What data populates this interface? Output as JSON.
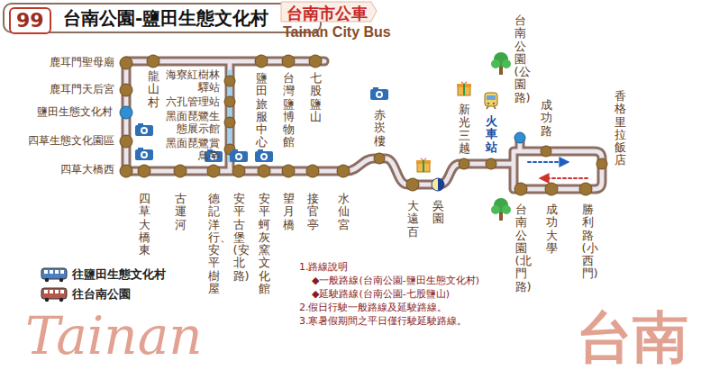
{
  "diagram": {
    "title": "台南公園-鹽田生態文化村",
    "nodes": [
      {
        "text": [
          "99"
        ]
      }
    ],
    "labels": [
      "台南市公車",
      "Tainan City Bus",
      "鹿耳門聖母廟",
      "龍山村",
      "海寮紅樹林驛站",
      "鹽田旅服中心",
      "台灣鹽博物館",
      "七股鹽山",
      "鹿耳門天后宮",
      "六孔管理站",
      "鹽田生態文化村",
      "黑面琵鷺生態展示館",
      "四草生態文化園區",
      "黑面琵鷺賞鳥亭",
      "四草大橋西",
      "赤崁樓",
      "新光三越",
      "火車站",
      "台南公園(公園路)",
      "成功路",
      "香格里拉飯店",
      "四草大橋東",
      "古運河",
      "德記洋行、安平樹屋",
      "安平古堡(安北路)",
      "安平蚵灰窯文化館",
      "望月橋",
      "接官亭",
      "水仙宮",
      "大遠百",
      "吳園",
      "台南公園(北門路)",
      "成功大學",
      "勝利路(小西門)",
      "1.路線說明",
      "◆一般路線(台南公園-鹽田生態文化村)",
      "◆延駛路線(台南公園-七股鹽山)",
      "2.假日行駛一般路線及延駛路線。",
      "3.寒暑假期間之平日僅行駛延駛路線。",
      "Tainan",
      "台南"
    ],
    "legend": [
      {
        "text": "往鹽田生態文化村"
      },
      {
        "text": "往台南公園"
      }
    ]
  }
}
